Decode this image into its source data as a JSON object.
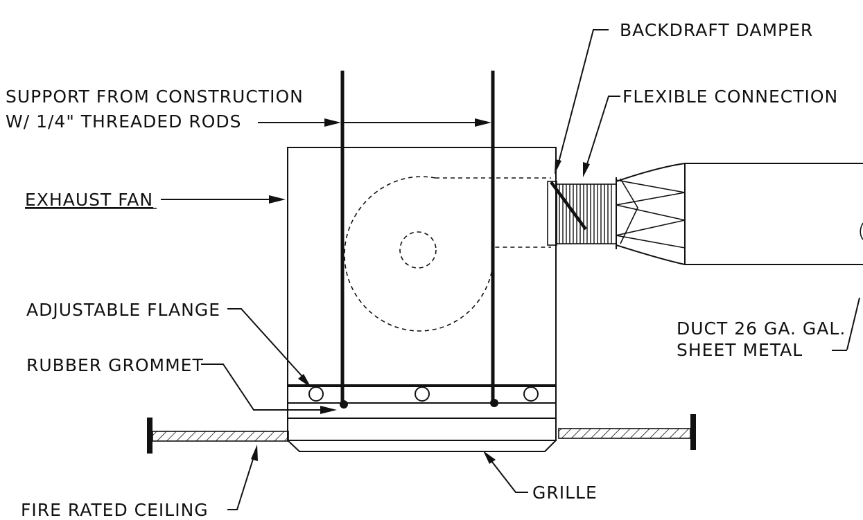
{
  "labels": {
    "backdraft_damper": "BACKDRAFT DAMPER",
    "support_line1": "SUPPORT FROM CONSTRUCTION",
    "support_line2": "W/ 1/4\" THREADED RODS",
    "flexible_connection": "FLEXIBLE CONNECTION",
    "exhaust_fan": "EXHAUST FAN",
    "adjustable_flange": "ADJUSTABLE FLANGE",
    "duct_line1": "DUCT 26 GA. GAL.",
    "duct_line2": "SHEET METAL",
    "rubber_grommet": "RUBBER GROMMET",
    "grille": "GRILLE",
    "fire_rated_ceiling": "FIRE RATED CEILING"
  }
}
